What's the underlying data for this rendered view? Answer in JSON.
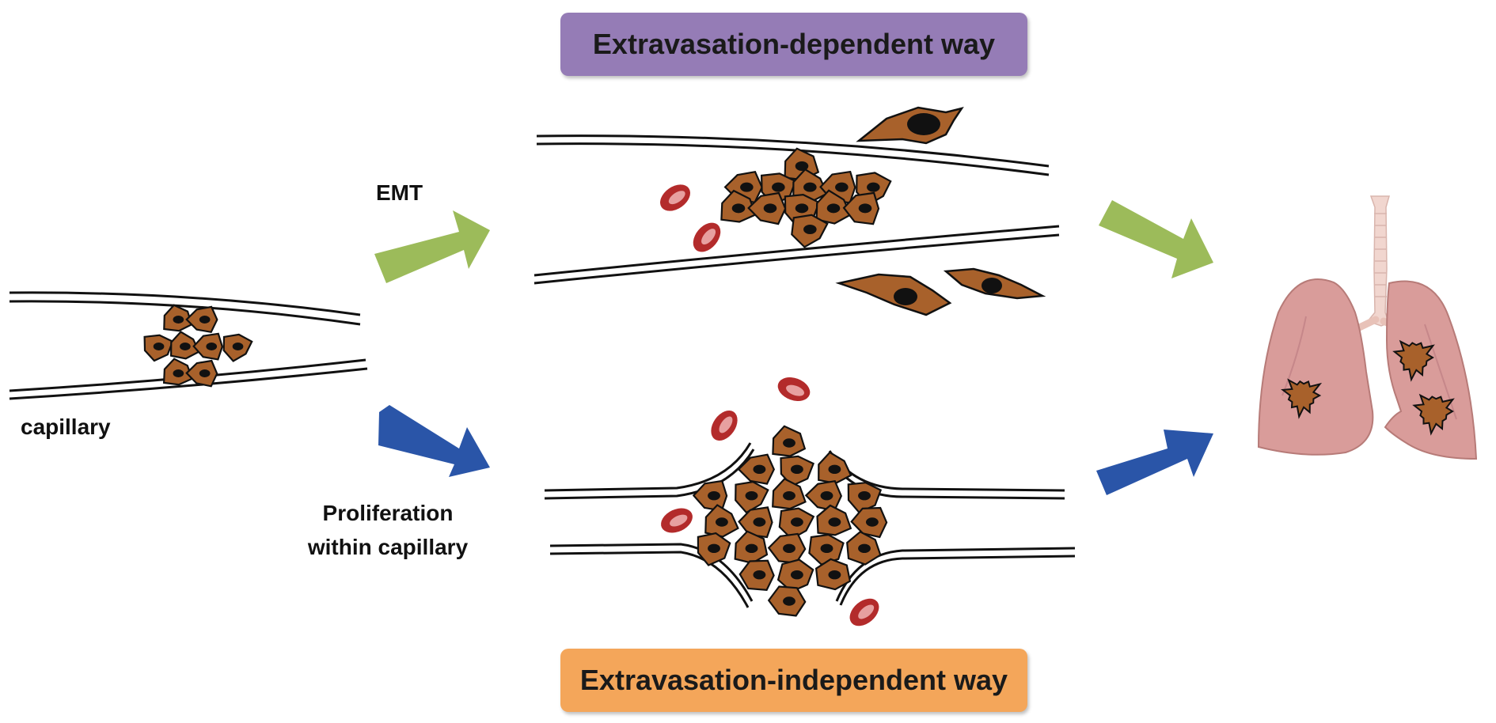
{
  "labels": {
    "top_box": "Extravasation-dependent way",
    "bottom_box": "Extravasation-independent way",
    "emt": "EMT",
    "capillary": "capillary",
    "proliferation_line1": "Proliferation",
    "proliferation_line2": "within capillary"
  },
  "colors": {
    "top_box": "#957cb6",
    "bottom_box": "#f4a65a",
    "green_arrow": "#9cbb5a",
    "blue_arrow": "#2a55a8",
    "tumor_cell": "#a8612b",
    "nucleus": "#111111",
    "rbc": "#b32b2b",
    "lung": "#d99c9a",
    "trachea": "#f1d6cf",
    "vessel_line": "#111111"
  },
  "icons": {
    "arrows": "arrow-right-icon",
    "lungs": "lungs-icon",
    "metastasis": "starburst-icon",
    "red_blood_cell": "red-blood-cell-icon",
    "tumor_cell": "tumor-cell-icon"
  }
}
